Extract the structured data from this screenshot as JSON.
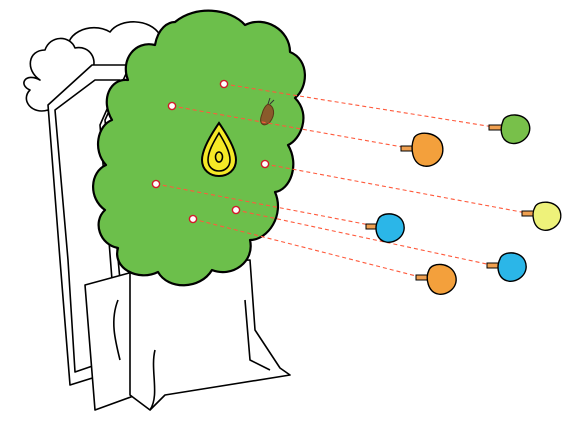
{
  "scene": {
    "background": "#ffffff",
    "outline_color": "#000000",
    "tree_color": "#6cbf4b",
    "trace_line_color": "#ff5a3c",
    "pin_color": "#ffffff",
    "pin_stroke": "#d11a2a",
    "shield_icon": "seed-drop-icon",
    "shield_color": "#f5e826",
    "creature_icon": "bug-icon"
  },
  "fruits": [
    {
      "name": "green-fruit",
      "color": "#78c04a",
      "stem": "#f0a050"
    },
    {
      "name": "orange-fruit-upper",
      "color": "#f3a03c",
      "stem": "#f0a050"
    },
    {
      "name": "yellow-fruit",
      "color": "#eef27a",
      "stem": "#f0a050"
    },
    {
      "name": "blue-fruit-left",
      "color": "#2bb6e8",
      "stem": "#f0a050"
    },
    {
      "name": "blue-fruit-right",
      "color": "#2bb6e8",
      "stem": "#f0a050"
    },
    {
      "name": "orange-fruit-lower",
      "color": "#f3a03c",
      "stem": "#f0a050"
    }
  ]
}
